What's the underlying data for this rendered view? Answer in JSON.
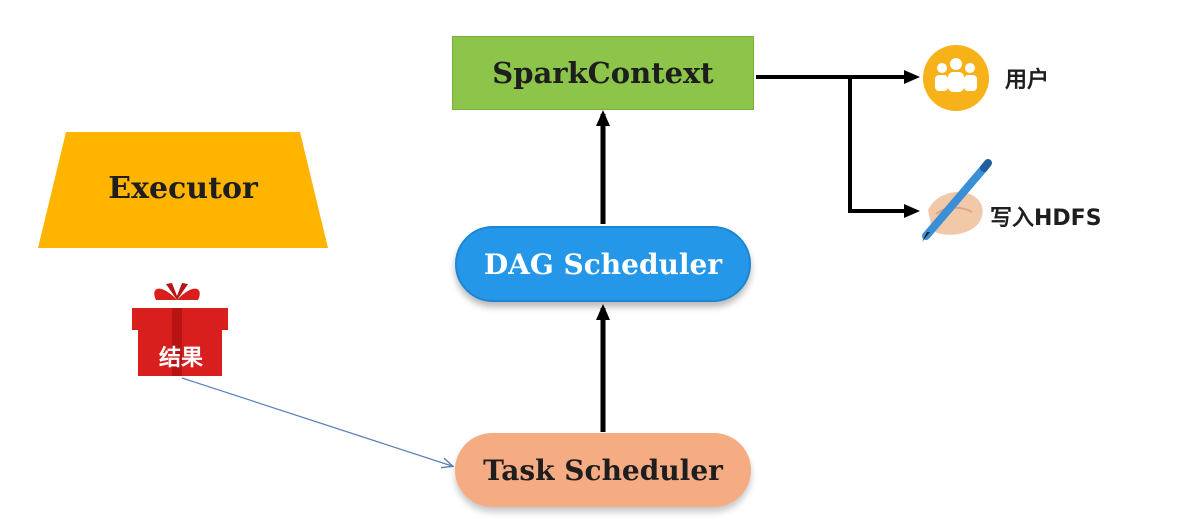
{
  "nodes": {
    "spark_context": "SparkContext",
    "dag_scheduler": "DAG Scheduler",
    "task_scheduler": "Task Scheduler",
    "executor": "Executor"
  },
  "outputs": {
    "users": "用户",
    "hdfs": "写入HDFS"
  },
  "result": "结果",
  "icons": {
    "users": "users-group-icon",
    "write": "hand-writing-pen-icon",
    "result": "gift-box-icon"
  },
  "colors": {
    "spark_context": "#8dc44a",
    "dag_scheduler": "#2597e8",
    "task_scheduler": "#f5ac82",
    "executor": "#ffb400",
    "users_icon": "#f7b21a",
    "gift": "#d91e1e",
    "result_link": "#5b7fb5"
  }
}
